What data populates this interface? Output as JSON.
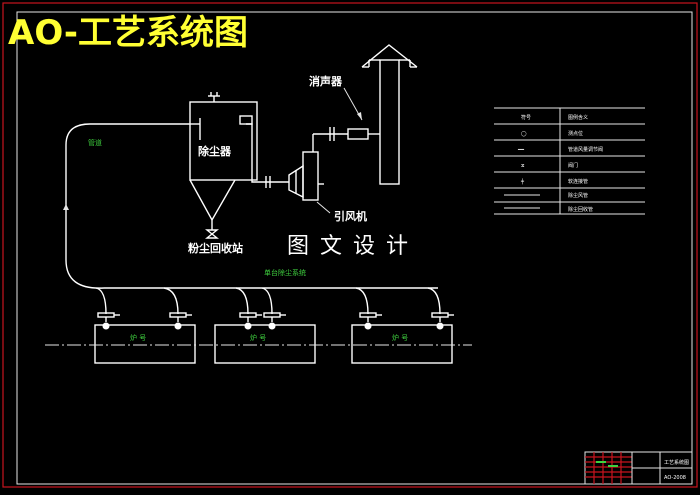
{
  "title": "AO-工艺系统图",
  "watermark": "图 文 设 计",
  "equipment": {
    "dust_collector": "除尘器",
    "silencer": "消声器",
    "fan": "引风机",
    "dust_recovery_station": "粉尘回收站"
  },
  "pipe_labels": {
    "left_riser": "管道",
    "header": "单台除尘系统"
  },
  "furnaces": [
    "炉 号",
    "炉 号",
    "炉 号"
  ],
  "legend": {
    "rows": [
      {
        "symbol": "符号",
        "meaning": "图例含义"
      },
      {
        "symbol": "◯",
        "meaning": "测点位"
      },
      {
        "symbol": "━━",
        "meaning": "管道风量调节阀"
      },
      {
        "symbol": "⧖",
        "meaning": "阀门"
      },
      {
        "symbol": "╪",
        "meaning": "软连接管"
      },
      {
        "symbol": "",
        "meaning": "除尘风管"
      },
      {
        "symbol": "",
        "meaning": "除尘回收管"
      }
    ]
  },
  "title_block": {
    "drawing_name": "工艺系统图",
    "drawing_no": "AO-2008"
  },
  "colors": {
    "background": "#000000",
    "title": "#ffff33",
    "frame": "#c8141e",
    "lines": "#e6e6e6",
    "labels_green": "#3fd23f"
  }
}
